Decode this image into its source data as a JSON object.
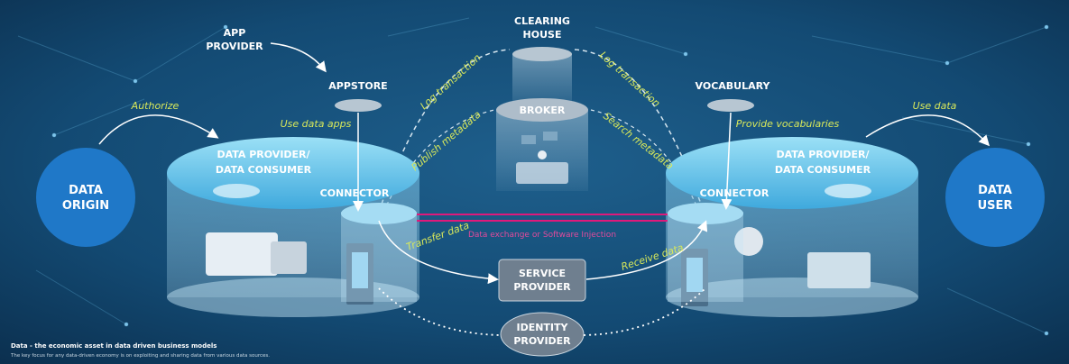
{
  "nodes": {
    "app_provider": [
      "APP",
      "PROVIDER"
    ],
    "clearing_house": [
      "CLEARING",
      "HOUSE"
    ],
    "appstore": "APPSTORE",
    "vocabulary": "VOCABULARY",
    "broker": "BROKER",
    "data_origin": [
      "DATA",
      "ORIGIN"
    ],
    "data_user": [
      "DATA",
      "USER"
    ],
    "left_participant": [
      "DATA PROVIDER/",
      "DATA CONSUMER"
    ],
    "right_participant": [
      "DATA PROVIDER/",
      "DATA CONSUMER"
    ],
    "connector_left": "CONNECTOR",
    "connector_right": "CONNECTOR",
    "service_provider": [
      "SERVICE",
      "PROVIDER"
    ],
    "identity_provider": [
      "IDENTITY",
      "PROVIDER"
    ]
  },
  "edges": {
    "authorize": "Authorize",
    "use_data_apps": "Use data apps",
    "log_transaction_left": "Log transaction",
    "log_transaction_right": "Log transaction",
    "publish_metadata": "Publish metadata",
    "search_metadata": "Search metadata",
    "provide_vocabularies": "Provide vocabularies",
    "use_data": "Use data",
    "transfer_data": "Transfer data",
    "receive_data": "Receive data",
    "data_exchange": "Data exchange or Software Injection"
  },
  "footer": {
    "title": "Data - the economic asset in data driven business models",
    "subtitle": "The key focus for any data-driven economy is on exploiting and sharing data from various data sources."
  },
  "colors": {
    "background": "#0f3f63",
    "platform": "#6cc3e8",
    "circle": "#1f78c8",
    "label_yellow": "#d8e85a",
    "exchange_magenta": "#e0197b",
    "service_box": "#6f7f8f"
  }
}
